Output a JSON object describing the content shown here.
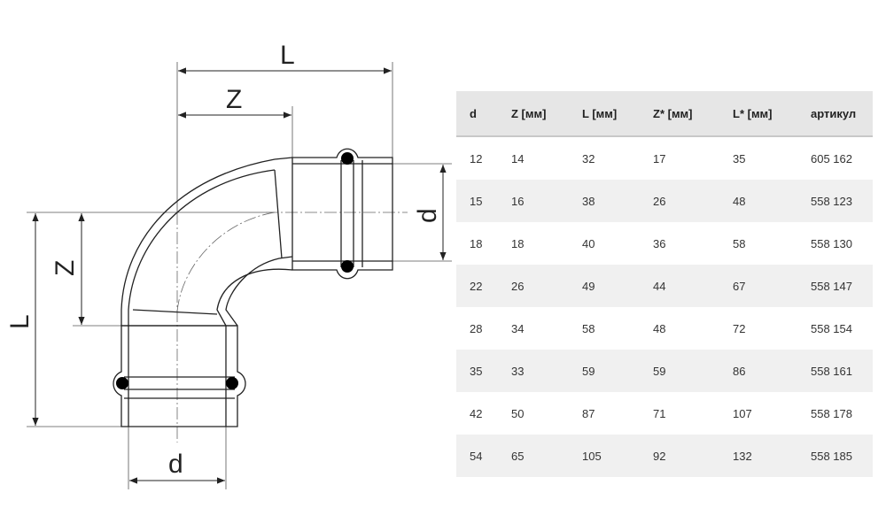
{
  "drawing": {
    "labels": {
      "top_L": "L",
      "top_Z": "Z",
      "left_L": "L",
      "left_Z": "Z",
      "bottom_d": "d",
      "right_d": "d"
    }
  },
  "table": {
    "headers": [
      "d",
      "Z [мм]",
      "L [мм]",
      "Z* [мм]",
      "L* [мм]",
      "артикул"
    ],
    "rows": [
      [
        "12",
        "14",
        "32",
        "17",
        "35",
        "605 162"
      ],
      [
        "15",
        "16",
        "38",
        "26",
        "48",
        "558 123"
      ],
      [
        "18",
        "18",
        "40",
        "36",
        "58",
        "558 130"
      ],
      [
        "22",
        "26",
        "49",
        "44",
        "67",
        "558 147"
      ],
      [
        "28",
        "34",
        "58",
        "48",
        "72",
        "558 154"
      ],
      [
        "35",
        "33",
        "59",
        "59",
        "86",
        "558 161"
      ],
      [
        "42",
        "50",
        "87",
        "71",
        "107",
        "558 178"
      ],
      [
        "54",
        "65",
        "105",
        "92",
        "132",
        "558 185"
      ]
    ]
  }
}
